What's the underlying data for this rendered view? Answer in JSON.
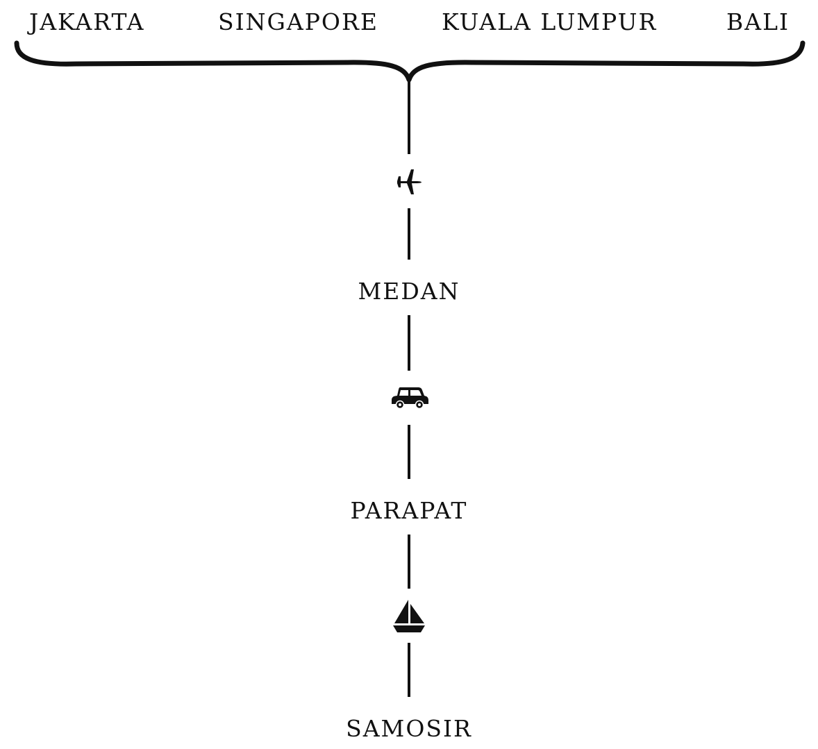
{
  "origins": [
    "JAKARTA",
    "SINGAPORE",
    "KUALA LUMPUR",
    "BALI"
  ],
  "legs": [
    {
      "mode_icon": "airplane-icon"
    },
    {
      "mode_icon": "car-icon"
    },
    {
      "mode_icon": "sailboat-icon"
    }
  ],
  "stops": [
    "MEDAN",
    "PARAPAT",
    "SAMOSIR"
  ],
  "colors": {
    "ink": "#111111",
    "background": "#ffffff"
  }
}
